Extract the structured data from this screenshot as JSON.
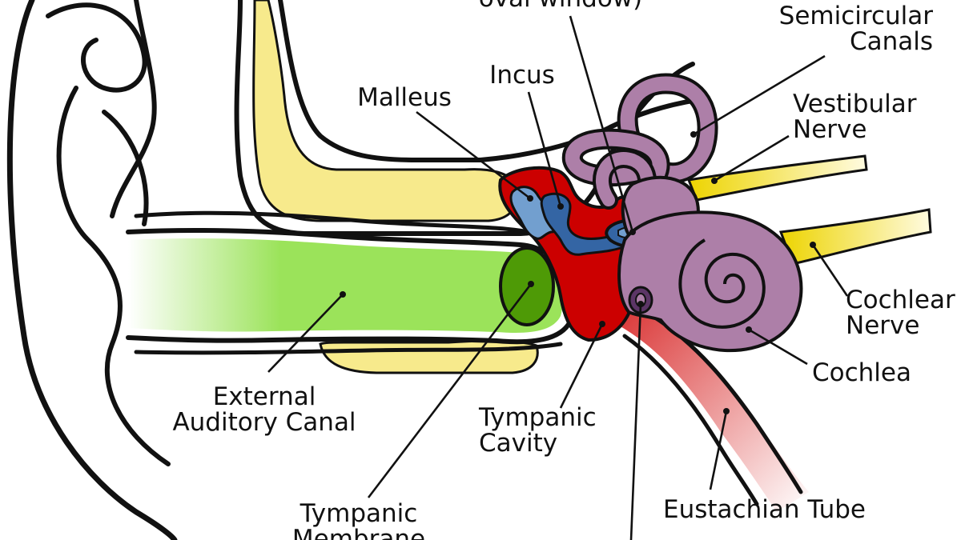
{
  "labels": {
    "oval_window": "oval window)",
    "semicircular_canals": [
      "Semicircular",
      "Canals"
    ],
    "incus": "Incus",
    "malleus": "Malleus",
    "vestibular_nerve": [
      "Vestibular",
      "Nerve"
    ],
    "cochlear_nerve": [
      "Cochlear",
      "Nerve"
    ],
    "cochlea": "Cochlea",
    "external_auditory_canal": [
      "External",
      "Auditory Canal"
    ],
    "tympanic_cavity": [
      "Tympanic",
      "Cavity"
    ],
    "tympanic_membrane": [
      "Tympanic",
      "Membrane"
    ],
    "eustachian_tube": "Eustachian Tube"
  },
  "colors": {
    "canal_green": "#9be35a",
    "membrane_green": "#4e9a06",
    "bone_yellow": "#f7ea8c",
    "cavity_red": "#cc0000",
    "malleus_blue": "#729fcf",
    "incus_blue": "#3465a4",
    "labyrinth_purple": "#ad7fa8",
    "eustachian_pink": "#e06060",
    "outline": "#111111"
  }
}
